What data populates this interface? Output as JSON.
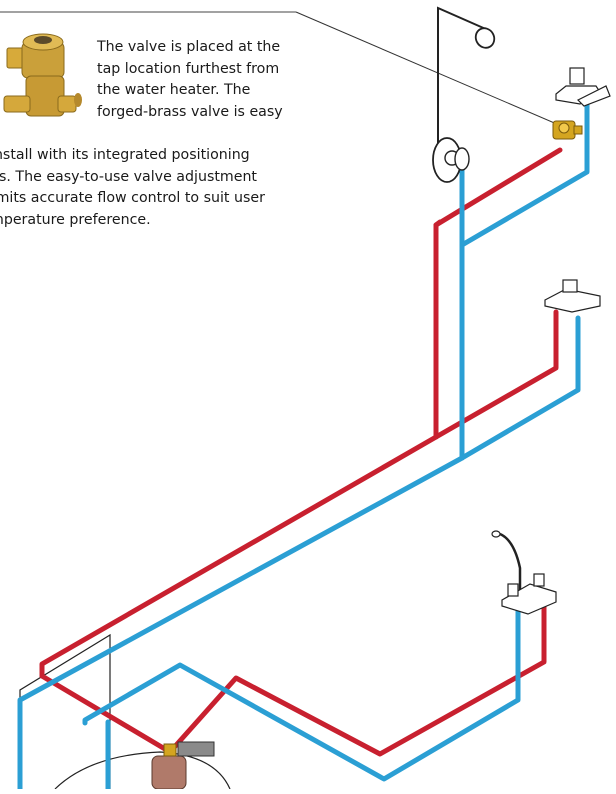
{
  "caption": {
    "lines": [
      "The valve is placed at the",
      "tap location furthest from",
      "the water heater. The",
      "forged-brass valve is easy",
      " install with its integrated positioning",
      "gs. The easy-to-use valve adjustment",
      "rmits accurate flow control to suit  user",
      "mperature preference."
    ]
  },
  "colors": {
    "hot_pipe": "#c8202f",
    "cold_pipe": "#2b9fd4",
    "brass": "#c9a227",
    "fixture_outline": "#333333"
  },
  "icons": {
    "valve_photo": "brass-valve-photo",
    "shower": "shower-head-icon",
    "taps": "faucet-icon",
    "heater": "water-heater-icon",
    "pump": "circulator-pump-icon"
  }
}
